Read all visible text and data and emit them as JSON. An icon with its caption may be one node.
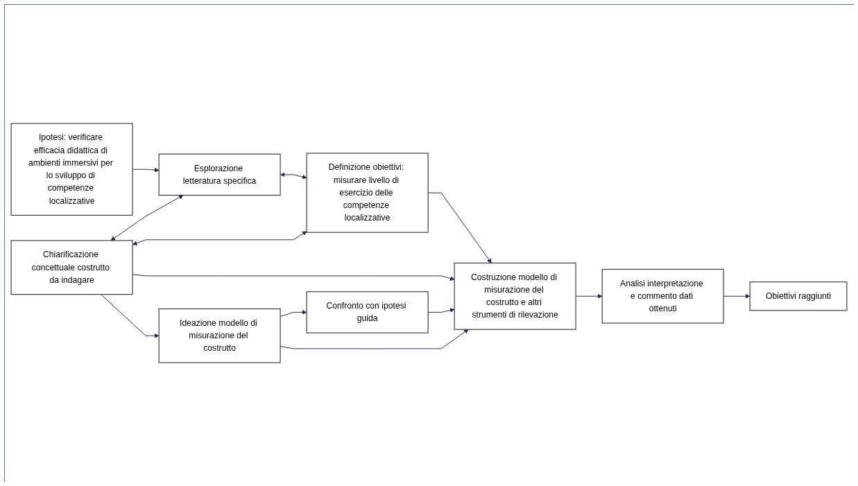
{
  "diagram": {
    "nodes": [
      {
        "text": [
          "Chiarificazione concettuale costrutto da indagare"
        ]
      },
      {
        "text": [
          "Ideazione modello di misurazione del costrutto"
        ]
      },
      {
        "text": [
          "Confronto con ipotesi guida"
        ]
      },
      {
        "text": [
          "Ipotesi: verificare efficacia didattica di ambienti immersivi per lo sviluppo di competenze localizzative"
        ]
      },
      {
        "text": [
          "Esplorazione letteratura specifica"
        ]
      },
      {
        "text": [
          "Costruzione modello di misurazione del costrutto e altri strumenti di rilevazione"
        ]
      },
      {
        "text": [
          "Analisi interpretazione e commento dati ottenuti"
        ]
      },
      {
        "text": [
          "Definizione obiettivi: misurare livello di esercizio delle competenze localizzative"
        ]
      },
      {
        "text": [
          "Obiettivi raggiunti"
        ]
      }
    ],
    "edges": [
      {
        "from": 3,
        "to": 4,
        "arrow": "to"
      },
      {
        "from": 0,
        "to": 4,
        "arrow": "both"
      },
      {
        "from": 4,
        "to": 7,
        "arrow": "both"
      },
      {
        "from": 0,
        "to": 7,
        "arrow": "both"
      },
      {
        "from": 0,
        "to": 5,
        "arrow": "to"
      },
      {
        "from": 7,
        "to": 5,
        "arrow": "to"
      },
      {
        "from": 0,
        "to": 1,
        "arrow": "to"
      },
      {
        "from": 1,
        "to": 2,
        "arrow": "to"
      },
      {
        "from": 1,
        "to": 5,
        "arrow": "to"
      },
      {
        "from": 2,
        "to": 5,
        "arrow": "to"
      },
      {
        "from": 5,
        "to": 6,
        "arrow": "to"
      },
      {
        "from": 6,
        "to": 8,
        "arrow": "to"
      }
    ]
  }
}
